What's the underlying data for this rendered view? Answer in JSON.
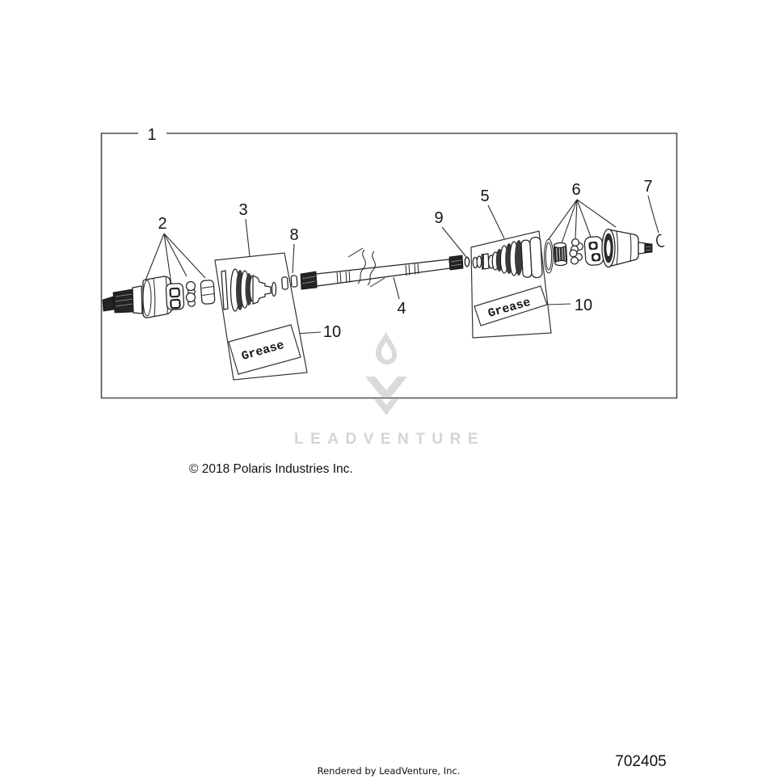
{
  "page": {
    "background": "#ffffff",
    "line_color": "#222222",
    "border_color": "#4f4f4f",
    "dark_part_color": "#242424",
    "watermark_color": "#d6d6d6"
  },
  "diagram": {
    "type": "exploded-parts-diagram",
    "subject": "drive shaft / half shaft assembly",
    "callouts": {
      "c1": "1",
      "c2": "2",
      "c3": "3",
      "c4": "4",
      "c5": "5",
      "c6": "6",
      "c7": "7",
      "c8": "8",
      "c9": "9",
      "c10_left": "10",
      "c10_right": "10"
    },
    "boot_kits": {
      "grease_left": "Grease",
      "grease_right": "Grease"
    }
  },
  "watermark": {
    "text": "LEADVENTURE"
  },
  "footer": {
    "copyright": "© 2018 Polaris Industries Inc.",
    "part_number": "702405",
    "rendered_by": "Rendered by LeadVenture, Inc."
  }
}
